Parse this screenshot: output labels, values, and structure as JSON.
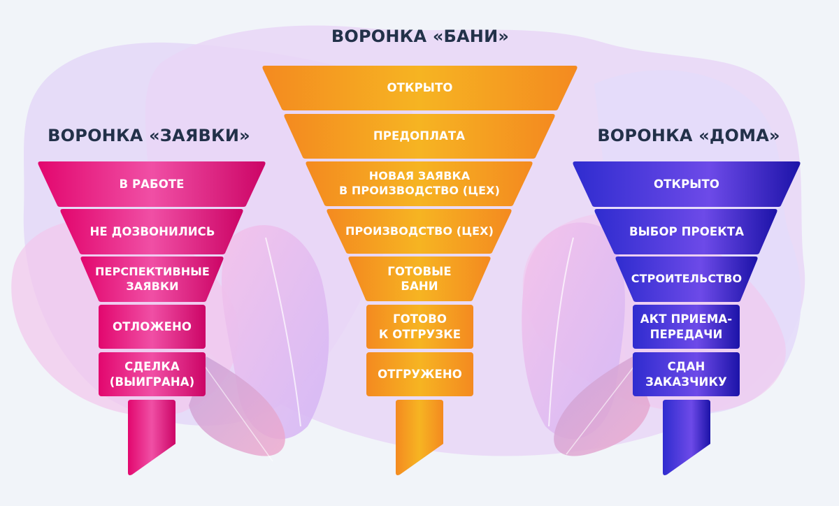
{
  "funnels": [
    {
      "id": "zayavki",
      "title": "ВОРОНКА «ЗАЯВКИ»",
      "color_edge": "#e2076e",
      "color_mid": "#f04fa5",
      "stages": [
        {
          "label": "В РАБОТЕ"
        },
        {
          "label": "НЕ ДОЗВОНИЛИСЬ"
        },
        {
          "label": "ПЕРСПЕКТИВНЫЕ\nЗАЯВКИ"
        },
        {
          "label": "ОТЛОЖЕНО"
        },
        {
          "label": "СДЕЛКА\n(ВЫИГРАНА)"
        }
      ]
    },
    {
      "id": "bani",
      "title": "ВОРОНКА «БАНИ»",
      "color_edge": "#f48a20",
      "color_mid": "#f6b422",
      "stages": [
        {
          "label": "ОТКРЫТО"
        },
        {
          "label": "ПРЕДОПЛАТА"
        },
        {
          "label": "НОВАЯ ЗАЯВКА\nВ ПРОИЗВОДСТВО (ЦЕХ)"
        },
        {
          "label": "ПРОИЗВОДСТВО (ЦЕХ)"
        },
        {
          "label": "ГОТОВЫЕ\nБАНИ"
        },
        {
          "label": "ГОТОВО\nК ОТГРУЗКЕ"
        },
        {
          "label": "ОТГРУЖЕНО"
        }
      ]
    },
    {
      "id": "doma",
      "title": "ВОРОНКА «ДОМА»",
      "color_edge": "#2f2ccf",
      "color_mid": "#6d4ae8",
      "stages": [
        {
          "label": "ОТКРЫТО"
        },
        {
          "label": "ВЫБОР ПРОЕКТА"
        },
        {
          "label": "СТРОИТЕЛЬСТВО"
        },
        {
          "label": "АКТ ПРИЕМА-\nПЕРЕДАЧИ"
        },
        {
          "label": "СДАН\nЗАКАЗЧИКУ"
        }
      ]
    }
  ],
  "colors": {
    "background": "#f1f4f9",
    "title_text": "#223149",
    "blob_lilac": "#e6dcf8",
    "blob_pink": "#f2c6ec"
  }
}
